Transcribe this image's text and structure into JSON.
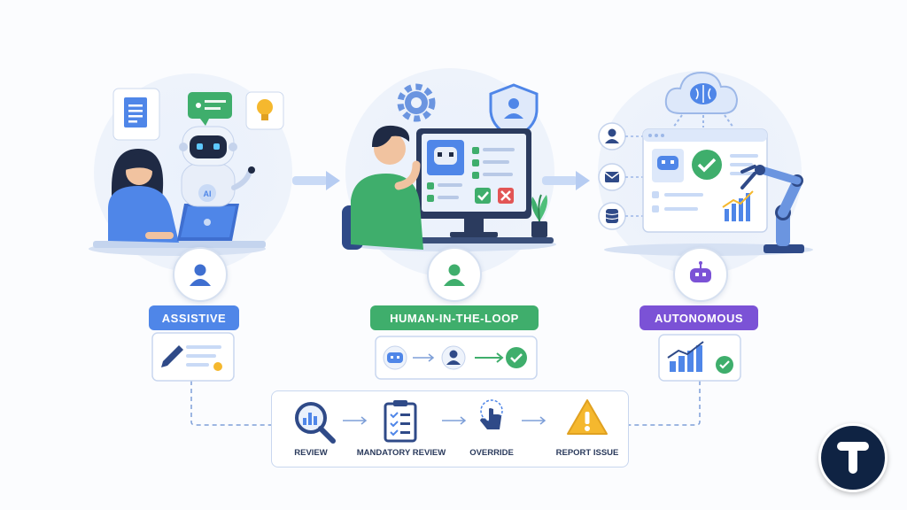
{
  "stages": [
    {
      "label": "ASSISTIVE",
      "color": "#4f86e8"
    },
    {
      "label": "HUMAN-IN-THE-LOOP",
      "color": "#3fae6c"
    },
    {
      "label": "AUTONOMOUS",
      "color": "#7b52d6"
    }
  ],
  "process_steps": [
    {
      "label": "REVIEW",
      "icon": "magnifier-chart-icon"
    },
    {
      "label": "MANDATORY REVIEW",
      "icon": "clipboard-checklist-icon"
    },
    {
      "label": "OVERRIDE",
      "icon": "hand-pointer-icon"
    },
    {
      "label": "REPORT ISSUE",
      "icon": "warning-triangle-icon"
    }
  ],
  "stage_icons": {
    "assistive": [
      "document-icon",
      "chat-bubble-icon",
      "lightbulb-icon",
      "robot-icon",
      "person-icon",
      "edit-pencil-icon"
    ],
    "human_in_the_loop": [
      "gear-icon",
      "shield-user-icon",
      "monitor-icon",
      "person-icon",
      "robot-icon",
      "checkmark-icon"
    ],
    "autonomous": [
      "cloud-brain-icon",
      "user-icon",
      "mail-icon",
      "database-icon",
      "robot-arm-icon",
      "bar-chart-icon",
      "checkmark-icon"
    ]
  },
  "robot_badge_text": "AI",
  "logo_letter": "T",
  "colors": {
    "blue": "#4f86e8",
    "green": "#3fae6c",
    "purple": "#7b52d6",
    "navy": "#0f2343",
    "warning": "#f5b82e",
    "red": "#e25555"
  }
}
